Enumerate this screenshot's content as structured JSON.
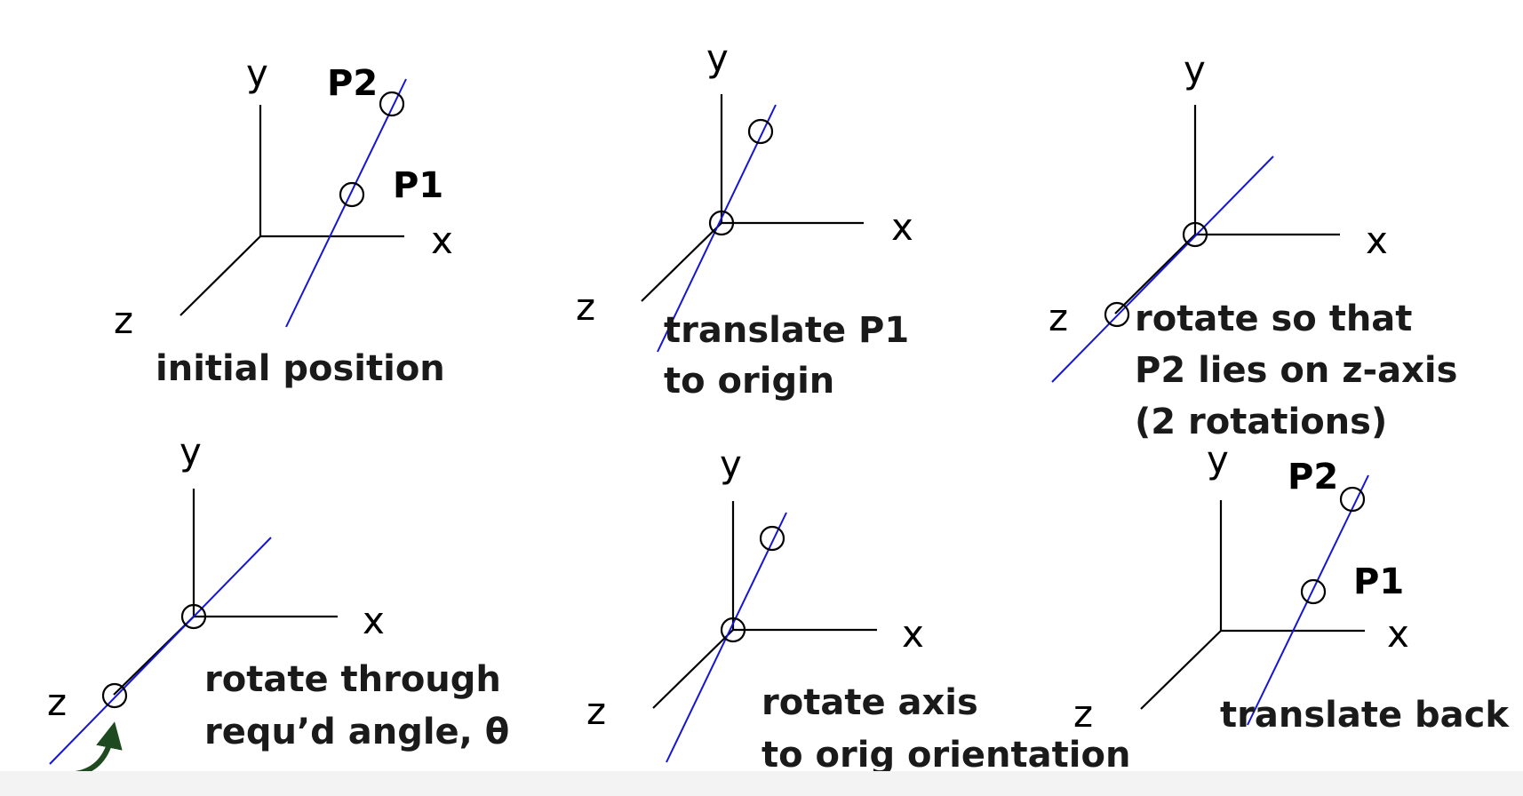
{
  "colors": {
    "axis": "#000000",
    "rotation_axis": "#1515d6",
    "caption_text": "#1a1a1a",
    "arrow": "#1f4a1f",
    "bottom_strip": "#f3f3f3"
  },
  "axis_names": {
    "x": "x",
    "y": "y",
    "z": "z"
  },
  "panels": [
    {
      "caption_lines": [
        "initial position"
      ],
      "point_labels": {
        "p1": "P1",
        "p2": "P2"
      }
    },
    {
      "caption_lines": [
        "translate P1",
        "to origin"
      ],
      "point_labels": {}
    },
    {
      "caption_lines": [
        "rotate so that",
        "P2 lies on z-axis",
        "(2 rotations)"
      ],
      "point_labels": {}
    },
    {
      "caption_lines": [
        "rotate through",
        "requ’d angle, θ"
      ],
      "point_labels": {},
      "rotation_arrow_icon": "curved-arrow-icon"
    },
    {
      "caption_lines": [
        "rotate axis",
        "to orig orientation"
      ],
      "point_labels": {}
    },
    {
      "caption_lines": [
        "translate back"
      ],
      "point_labels": {
        "p1": "P1",
        "p2": "P2"
      }
    }
  ]
}
